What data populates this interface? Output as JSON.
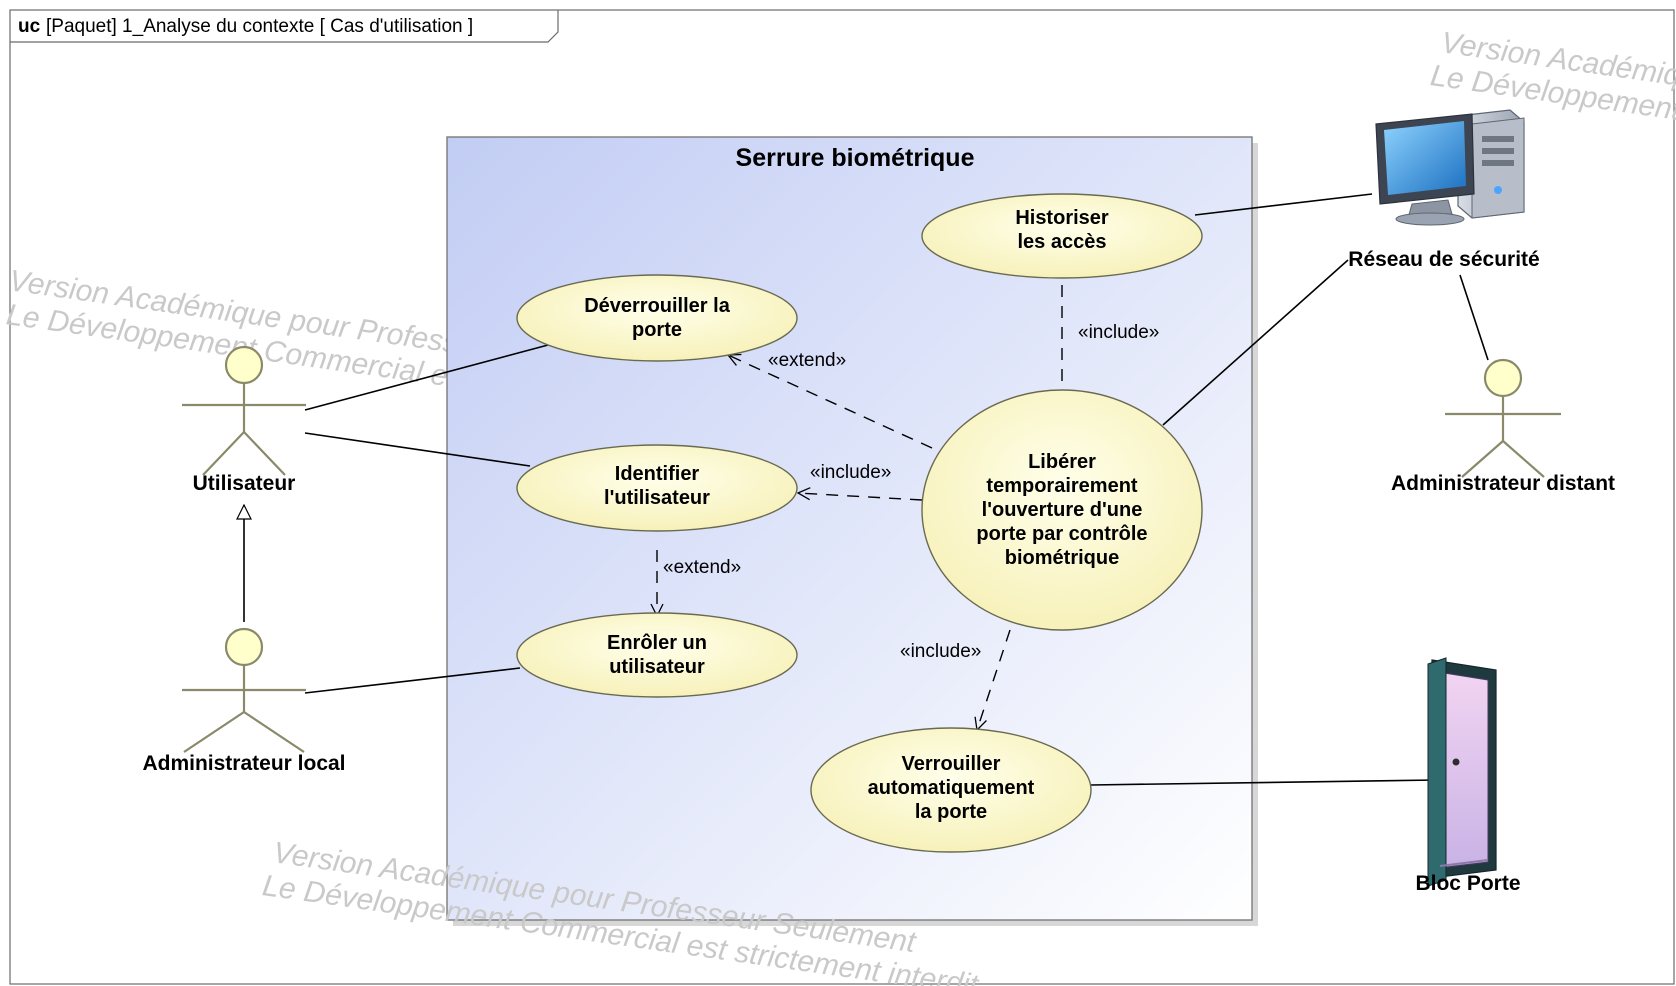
{
  "frame": {
    "keyword": "uc",
    "title": "[Paquet] 1_Analyse du contexte [ Cas d'utilisation ]"
  },
  "system": {
    "title": "Serrure biométrique"
  },
  "use_cases": {
    "historiser": [
      "Historiser",
      "les accès"
    ],
    "deverrouiller": [
      "Déverrouiller la",
      "porte"
    ],
    "identifier": [
      "Identifier",
      "l'utilisateur"
    ],
    "enroler": [
      "Enrôler un",
      "utilisateur"
    ],
    "liberer": [
      "Libérer",
      "temporairement",
      "l'ouverture d'une",
      "porte par contrôle",
      "biométrique"
    ],
    "verrouiller": [
      "Verrouiller",
      "automatiquement",
      "la porte"
    ]
  },
  "actors": {
    "utilisateur": "Utilisateur",
    "admin_local": "Administrateur local",
    "admin_distant": "Administrateur distant",
    "reseau": "Réseau de sécurité",
    "bloc_porte": "Bloc Porte"
  },
  "relations": {
    "include_historiser": "«include»",
    "include_identifier": "«include»",
    "include_verrouiller": "«include»",
    "extend_deverrouiller": "«extend»",
    "extend_enroler": "«extend»"
  },
  "watermarks": {
    "top_right": [
      "Version Académique pour Professeur Seulement",
      "Le Développement Commercial est strictement interdit"
    ],
    "left": [
      "Version Académique pour Professeur Seulement",
      "Le Développement Commercial est strictement interdit"
    ],
    "bottom": [
      "Version Académique pour Professeur Seulement",
      "Le Développement Commercial est strictement interdit"
    ]
  },
  "icons": {
    "reseau": "computer-icon",
    "bloc_porte": "door-icon"
  },
  "colors": {
    "use_case_fill": "#ffffd7",
    "system_fill_start": "#c5d0f5",
    "system_fill_end": "#ffffff",
    "actor_head": "#ffffcc",
    "line": "#000000"
  }
}
